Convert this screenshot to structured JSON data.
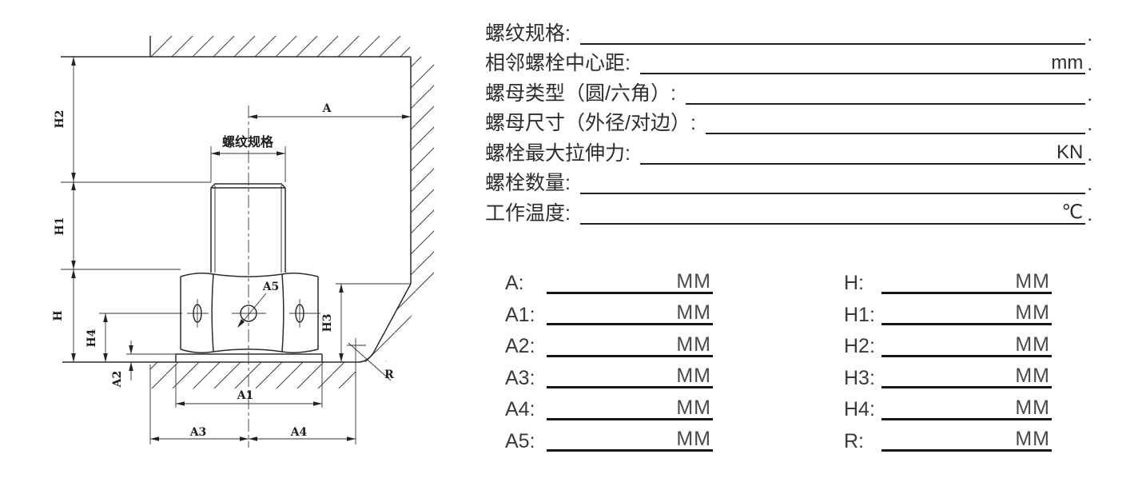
{
  "drawing": {
    "labels": {
      "H2": "H2",
      "H1": "H1",
      "H": "H",
      "H4": "H4",
      "H3": "H3",
      "A": "A",
      "A1": "A1",
      "A2": "A2",
      "A3": "A3",
      "A4": "A4",
      "A5": "A5",
      "R": "R",
      "thread_spec": "螺纹规格"
    }
  },
  "form": {
    "rows": [
      {
        "label": "螺纹规格:",
        "unit": "",
        "period": "."
      },
      {
        "label": "相邻螺栓中心距:",
        "unit": "mm",
        "period": "."
      },
      {
        "label": "螺母类型（圆/六角）:",
        "unit": "",
        "period": "."
      },
      {
        "label": "螺母尺寸（外径/对边）:",
        "unit": "",
        "period": "."
      },
      {
        "label": "螺栓最大拉伸力:",
        "unit": "KN",
        "period": "."
      },
      {
        "label": "螺栓数量:",
        "unit": "",
        "period": "."
      },
      {
        "label": "工作温度:",
        "unit": "℃",
        "period": "."
      }
    ]
  },
  "table": {
    "left": [
      {
        "label": "A:",
        "unit": "MM"
      },
      {
        "label": "A1:",
        "unit": "MM"
      },
      {
        "label": "A2:",
        "unit": "MM"
      },
      {
        "label": "A3:",
        "unit": "MM"
      },
      {
        "label": "A4:",
        "unit": "MM"
      },
      {
        "label": "A5:",
        "unit": "MM"
      }
    ],
    "right": [
      {
        "label": "H:",
        "unit": "MM"
      },
      {
        "label": "H1:",
        "unit": "MM"
      },
      {
        "label": "H2:",
        "unit": "MM"
      },
      {
        "label": "H3:",
        "unit": "MM"
      },
      {
        "label": "H4:",
        "unit": "MM"
      },
      {
        "label": "R:",
        "unit": "MM"
      }
    ]
  }
}
